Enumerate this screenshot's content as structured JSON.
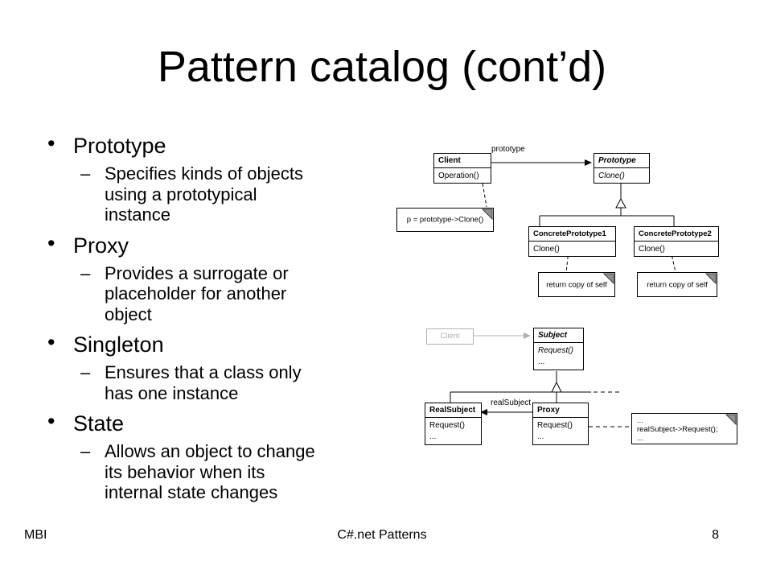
{
  "title": "Pattern catalog (cont’d)",
  "marks": {
    "bullet": "•",
    "dash": "–"
  },
  "bullets": [
    {
      "label": "Prototype",
      "lines": [
        "Specifies kinds of objects",
        "using a prototypical",
        "instance"
      ]
    },
    {
      "label": "Proxy",
      "lines": [
        "Provides a surrogate or",
        "placeholder for another",
        "object"
      ]
    },
    {
      "label": "Singleton",
      "lines": [
        "Ensures that a class only",
        "has one instance"
      ]
    },
    {
      "label": "State",
      "lines": [
        "Allows an object to change",
        "its behavior when its",
        "internal state changes"
      ]
    }
  ],
  "d1": {
    "client_title": "Client",
    "client_method": "Operation()",
    "assoc_label": "prototype",
    "proto_title": "Prototype",
    "proto_method": "Clone()",
    "client_note": "p = prototype->Clone()",
    "c1_title": "ConcretePrototype1",
    "c1_method": "Clone()",
    "c1_note": "return copy of self",
    "c2_title": "ConcretePrototype2",
    "c2_method": "Clone()",
    "c2_note": "return copy of self"
  },
  "d2": {
    "client_label": "Client",
    "subject_title": "Subject",
    "subject_method": "Request()",
    "subject_more": "...",
    "real_title": "RealSubject",
    "real_method": "Request()",
    "real_more": "...",
    "proxy_title": "Proxy",
    "proxy_method": "Request()",
    "proxy_more": "...",
    "assoc_label": "realSubject",
    "note_line1": "...",
    "note_line2": "realSubject->Request();",
    "note_line3": "..."
  },
  "footer": {
    "left": "MBI",
    "center": "C#.net Patterns",
    "page": "8"
  },
  "colors": {
    "ink": "#000000",
    "muted": "#b0b0b0",
    "fold": "#909090"
  }
}
